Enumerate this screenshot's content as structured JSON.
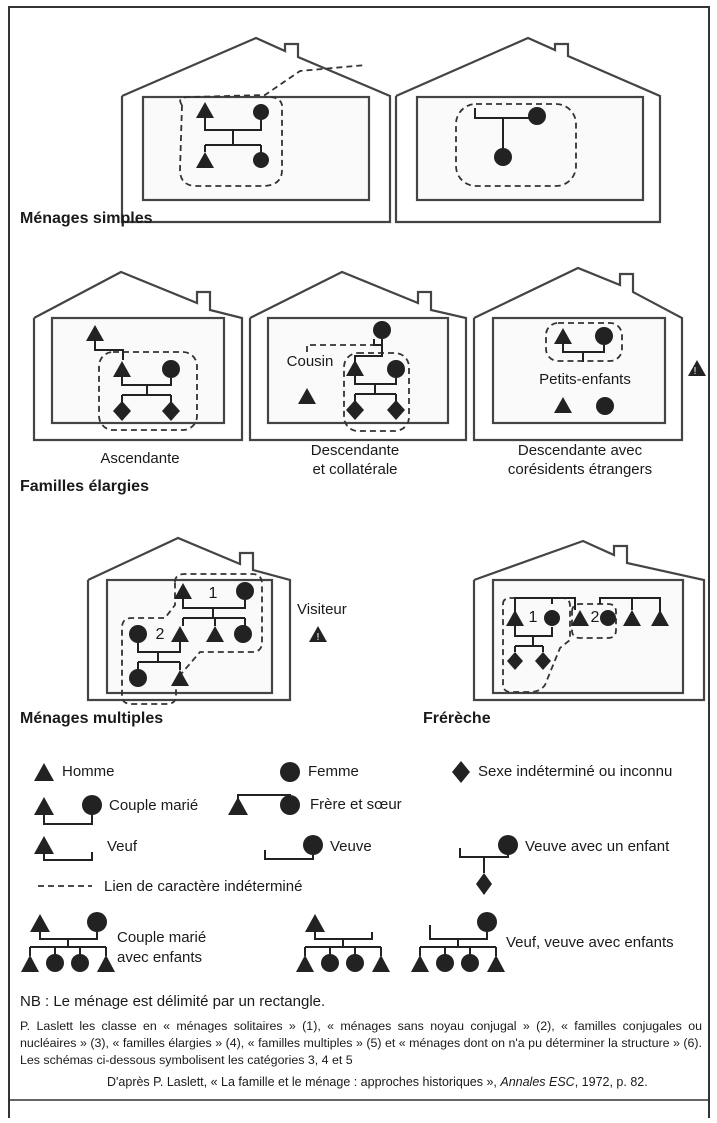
{
  "sections": {
    "simples": "Ménages simples",
    "elargies": "Familles élargies",
    "multiples": "Ménages multiples",
    "frereche": "Frérèche"
  },
  "labels": {
    "ascendante": "Ascendante",
    "descendante_collaterale_1": "Descendante",
    "descendante_collaterale_2": "et collatérale",
    "descendante_etrangers_1": "Descendante avec",
    "descendante_etrangers_2": "corésidents étrangers",
    "cousin": "Cousin",
    "petits_enfants": "Petits-enfants",
    "visiteur": "Visiteur",
    "num_1": "1",
    "num_2": "2"
  },
  "legend": {
    "homme": "Homme",
    "femme": "Femme",
    "sexe_indetermine": "Sexe indéterminé ou inconnu",
    "couple_marie": "Couple marié",
    "frere_soeur": "Frère et sœur",
    "veuf": "Veuf",
    "veuve": "Veuve",
    "veuve_enfant": "Veuve avec un enfant",
    "lien": "Lien de caractère indéterminé",
    "couple_enfants_1": "Couple marié",
    "couple_enfants_2": "avec enfants",
    "veuf_veuve_enfants": "Veuf, veuve avec enfants"
  },
  "note": "NB : Le ménage est délimité par un rectangle.",
  "paragraph": "P. Laslett les classe en « ménages solitaires » (1), « ménages sans noyau conjugal » (2), « familles conjugales ou nucléaires » (3), « familles élargies » (4), « familles multiples » (5) et « ménages dont on n'a pu déterminer la structure » (6). Les schémas ci-dessous symbolisent les catégories 3, 4 et 5",
  "source": {
    "prefix": "D'après P. Laslett, « La famille et le ménage : approches historiques », ",
    "journal": "Annales ESC",
    "suffix": ", 1972, p. 82."
  }
}
